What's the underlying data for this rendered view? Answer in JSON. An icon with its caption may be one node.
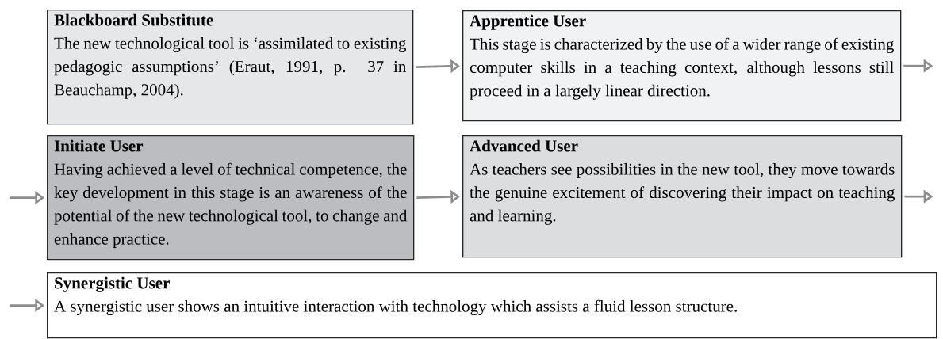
{
  "diagram": {
    "nodes": [
      {
        "text": [
          "Blackboard Substitute",
          "The new technological tool is ‘assimilated to existing pedagogic assumptions’ (Eraut, 1991, p. 37 in Beauchamp, 2004)."
        ]
      },
      {
        "text": [
          "Apprentice User",
          "This stage is characterized by the use of a wider range of existing computer skills in a teaching context, although lessons still proceed in a largely linear direction."
        ]
      },
      {
        "text": [
          "Initiate User",
          "Having achieved a level of technical competence, the key development in this stage is an awareness of the potential of the new technological tool, to change and enhance practice."
        ]
      },
      {
        "text": [
          "Advanced User",
          "As teachers see possibilities in the new tool, they move towards the genuine excitement of discovering their impact on teaching and learning."
        ]
      },
      {
        "text": [
          "Synergistic User",
          "A synergistic user shows an intuitive interaction with technology which assists a fluid lesson structure."
        ]
      }
    ],
    "edges": [
      {
        "from": 0,
        "to": 1,
        "arrow": "to"
      },
      {
        "from": 1,
        "to": null,
        "arrow": "to"
      },
      {
        "from": null,
        "to": 2,
        "arrow": "to"
      },
      {
        "from": 2,
        "to": 3,
        "arrow": "to"
      },
      {
        "from": 3,
        "to": null,
        "arrow": "to"
      },
      {
        "from": null,
        "to": 4,
        "arrow": "to"
      }
    ]
  }
}
